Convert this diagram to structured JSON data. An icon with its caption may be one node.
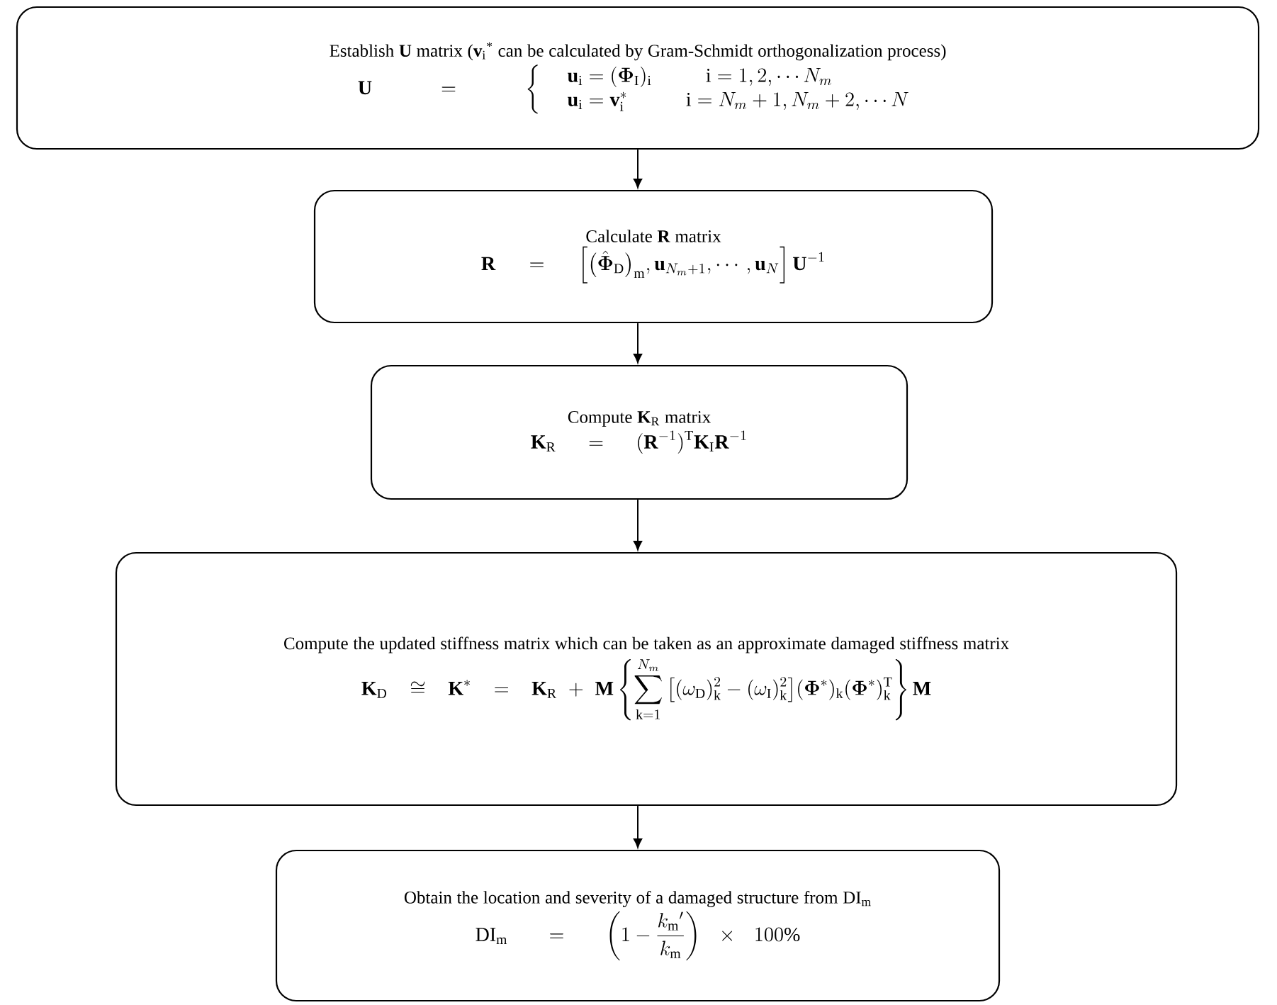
{
  "diagram": {
    "nodes": [
      {
        "text": [
          "Establish **U** matrix (**v**$_{i}$$^{*}$ can be calculated by Gram-Schmidt orthogonalization process)",
          "\\mathbf{U}=\\left\\{\\begin{array}{ll}\\quad\\mathbf{u}_{\\mathrm{i}}=(\\boldsymbol{\\Phi}_{\\mathrm{I}})_{\\mathrm{i}} & \\qquad\\mathrm{i}=1,2,\\cdots N_m\\\\ \\quad\\mathbf{u}_{\\mathrm{i}}=\\mathbf{v}_{\\mathrm{i}}^{*} & \\quad\\mathrm{i}=N_m+1,N_m+2,\\cdots N\\end{array}\\right."
        ]
      },
      {
        "text": [
          "Calculate **R** matrix",
          "\\mathbf{R}=\\Big[\\big(\\hat{\\boldsymbol{\\Phi}}_{\\mathrm{D}}\\big)_{\\mathrm{m}},\\mathbf{u}_{N_m+1},\\cdots,\\mathbf{u}_N\\Big]\\,\\mathbf{U}^{-1}"
        ]
      },
      {
        "text": [
          "Compute **K**$_{R}$ matrix",
          "\\mathbf{K}_{\\mathrm{R}}=(\\mathbf{R}^{-1})^{\\mathrm{T}}\\mathbf{K}_{\\mathrm{I}}\\mathbf{R}^{-1}"
        ]
      },
      {
        "text": [
          "Compute the updated stiffness matrix which can be taken as an approximate damaged stiffness matrix",
          "\\mathbf{K}_{\\mathrm{D}}\\cong\\mathbf{K}^{*}=\\mathbf{K}_{\\mathrm{R}}+\\mathbf{M}\\left\\{\\sum_{\\mathrm{k}=1}^{N_m}\\big[(\\omega_{\\mathrm{D}})_{\\mathrm{k}}^{2}-(\\omega_{\\mathrm{I}})_{\\mathrm{k}}^{2}\\big](\\boldsymbol{\\Phi}^{*})_{\\mathrm{k}}(\\boldsymbol{\\Phi}^{*})_{\\mathrm{k}}^{\\mathrm{T}}\\right\\}\\mathbf{M}"
        ]
      },
      {
        "text": [
          "Obtain the location and severity of a damaged structure from DI$_{m}$",
          "\\mathrm{DI}_{\\mathrm{m}}=\\left(1-\\frac{k_{\\mathrm{m}}{}'}{k_{\\mathrm{m}}}\\right)\\times 100\\%"
        ]
      }
    ],
    "edges": [
      {
        "from": 0,
        "to": 1,
        "arrow": "to"
      },
      {
        "from": 1,
        "to": 2,
        "arrow": "to"
      },
      {
        "from": 2,
        "to": 3,
        "arrow": "to"
      },
      {
        "from": 3,
        "to": 4,
        "arrow": "to"
      }
    ]
  }
}
